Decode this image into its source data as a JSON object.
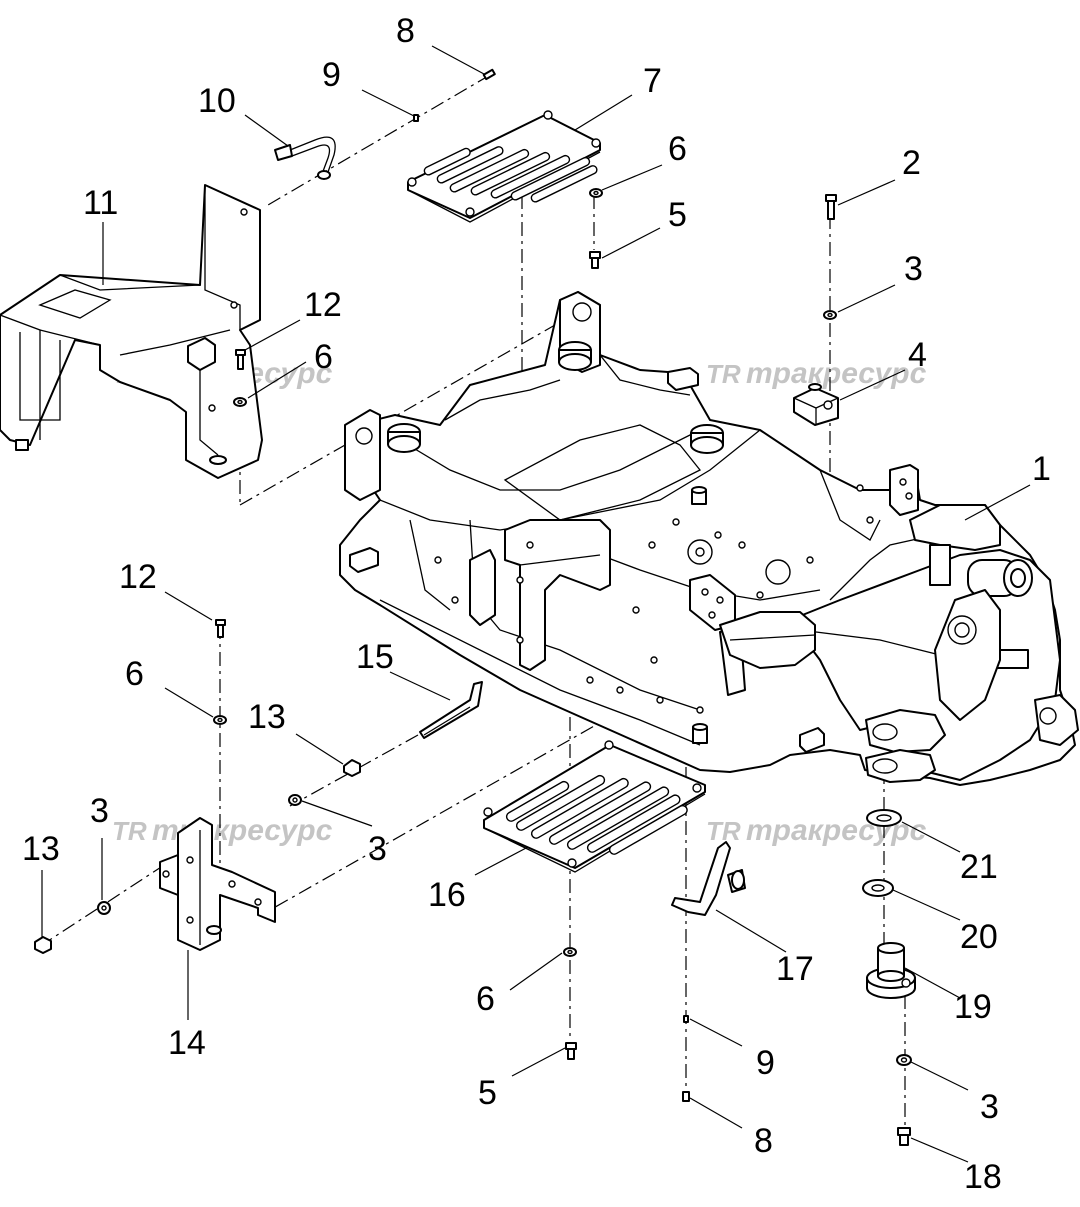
{
  "watermark": {
    "logo": "TR",
    "text": "тракресурс",
    "color": "#c4c4c4"
  },
  "callouts": {
    "c1": "1",
    "c2": "2",
    "c3a": "3",
    "c3b": "3",
    "c3c": "3",
    "c3d": "3",
    "c4": "4",
    "c5a": "5",
    "c5b": "5",
    "c6a": "6",
    "c6b": "6",
    "c6c": "6",
    "c6d": "6",
    "c7": "7",
    "c8a": "8",
    "c8b": "8",
    "c9a": "9",
    "c9b": "9",
    "c10": "10",
    "c11": "11",
    "c12a": "12",
    "c12b": "12",
    "c13a": "13",
    "c13b": "13",
    "c14": "14",
    "c15": "15",
    "c16": "16",
    "c17": "17",
    "c18": "18",
    "c19": "19",
    "c20": "20",
    "c21": "21"
  }
}
